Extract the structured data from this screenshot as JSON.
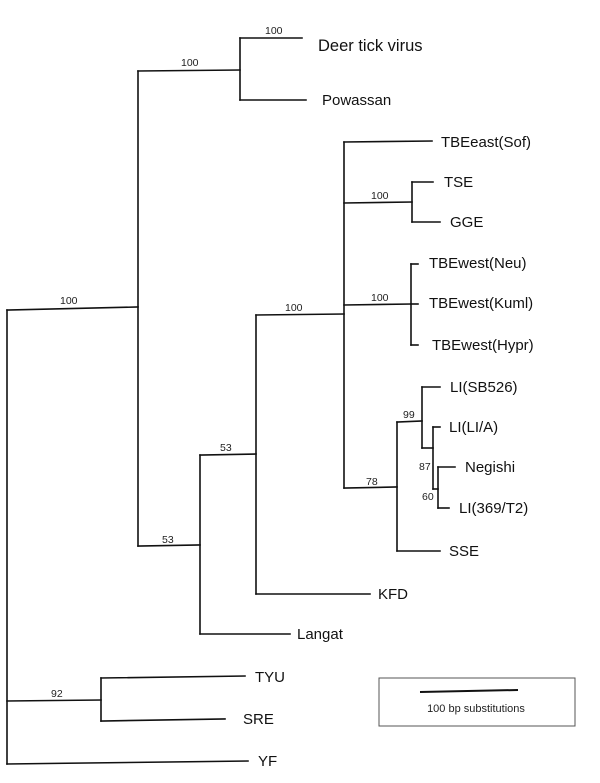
{
  "tree": {
    "taxa": {
      "deer_tick": "Deer tick virus",
      "powassan": "Powassan",
      "tbe_east_sof": "TBEeast(Sof)",
      "tse": "TSE",
      "gge": "GGE",
      "tbe_west_neu": "TBEwest(Neu)",
      "tbe_west_kuml": "TBEwest(Kuml)",
      "tbe_west_hypr": "TBEwest(Hypr)",
      "li_sb526": "LI(SB526)",
      "li_lia": "LI(LI/A)",
      "negishi": "Negishi",
      "li_369t2": "LI(369/T2)",
      "sse": "SSE",
      "kfd": "KFD",
      "langat": "Langat",
      "tyu": "TYU",
      "sre": "SRE",
      "yf": "YF"
    },
    "support": {
      "deer_tick_powassan_inner": "100",
      "deer_tick_powassan_clade": "100",
      "tick_borne_clade": "100",
      "tse_gge": "100",
      "tbe_west": "100",
      "tbe_complex": "100",
      "li_sse": "78",
      "li_group": "99",
      "li_subgroup": "87",
      "negishi_li369": "60",
      "kfd_group": "53",
      "langat_group": "53",
      "tyu_sre": "92"
    }
  },
  "scale": {
    "label": "100 bp substitutions"
  }
}
